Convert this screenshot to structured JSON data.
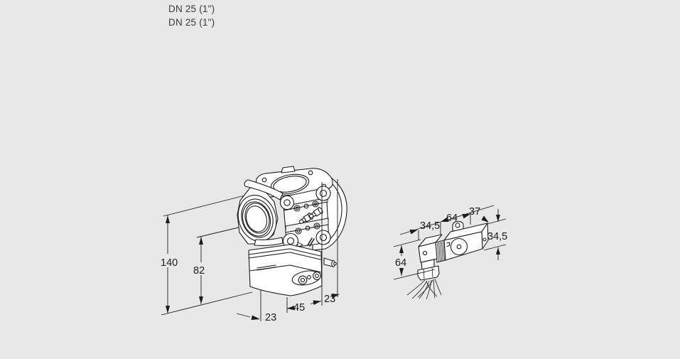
{
  "page": {
    "background_color": "#e8e8e8",
    "line_color": "#1c1c1c",
    "description": "Product dimension diagram: gas solenoid valve DN 25 isometric drawing with dimension callouts and separate solenoid actuator drawing"
  },
  "header": {
    "line1": "DN 25 (1\")",
    "line2": "DN 25 (1\")"
  },
  "valve_drawing": {
    "label": "valve-isometric-drawing",
    "dimensions": {
      "total_height": "140",
      "port_height": "82",
      "bottom_left_offset": "23",
      "bottom_width": "45",
      "bottom_right_offset": "23"
    }
  },
  "solenoid_drawing": {
    "label": "solenoid-actuator-drawing",
    "dimensions": {
      "top_left": "34,5",
      "top_middle": "64",
      "top_right": "37",
      "right_height": "34,5",
      "left_height": "64"
    }
  }
}
